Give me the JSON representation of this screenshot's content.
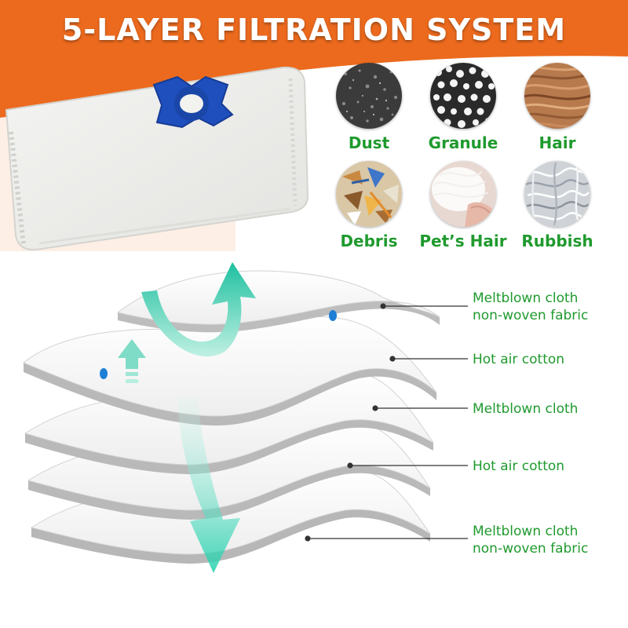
{
  "header": {
    "title": "5-LAYER FILTRATION SYSTEM"
  },
  "colors": {
    "banner": "#ec6a1e",
    "label_green": "#1f9a2e",
    "arrow_teal": "#2fc9a6",
    "collar_blue": "#1f4fbd"
  },
  "materials": [
    {
      "label": "Dust",
      "texture": "dust"
    },
    {
      "label": "Granule",
      "texture": "granule"
    },
    {
      "label": "Hair",
      "texture": "hair"
    },
    {
      "label": "Debris",
      "texture": "debris"
    },
    {
      "label": "Pet’s Hair",
      "texture": "pet-hair"
    },
    {
      "label": "Rubbish",
      "texture": "rubbish"
    }
  ],
  "layers": [
    {
      "line1": "Meltblown cloth",
      "line2": "non-woven fabric"
    },
    {
      "line1": "Hot air cotton",
      "line2": ""
    },
    {
      "line1": "Meltblown cloth",
      "line2": ""
    },
    {
      "line1": "Hot air cotton",
      "line2": ""
    },
    {
      "line1": "Meltblown cloth",
      "line2": "non-woven fabric"
    }
  ]
}
